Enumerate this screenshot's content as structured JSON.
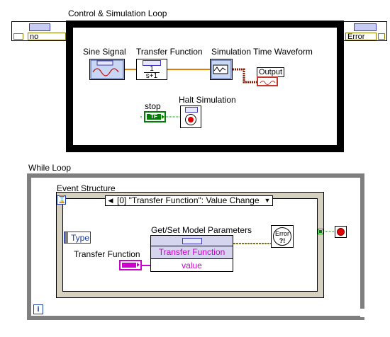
{
  "sim_loop": {
    "title": "Control & Simulation Loop",
    "left_tunnel_value": "no",
    "right_tunnel_value": "Error"
  },
  "nodes": {
    "sine_signal": "Sine Signal",
    "transfer_function": "Transfer Function",
    "tf_numerator": "1",
    "tf_denominator": "s+1",
    "sim_waveform": "Simulation Time Waveform",
    "output": "Output",
    "stop": "stop",
    "stop_tf": "TF",
    "halt_simulation": "Halt Simulation"
  },
  "while_loop": {
    "title": "While Loop",
    "iteration_label": "i"
  },
  "event_structure": {
    "title": "Event Structure",
    "case_selector": "[0] \"Transfer Function\": Value Change",
    "type_label": "Type",
    "tf_control_label": "Transfer Function",
    "model_params_title": "Get/Set Model Parameters",
    "model_row_label": "Transfer Function",
    "model_row_value": "value",
    "error_label": "Error",
    "error_q": "?!"
  },
  "colors": {
    "sim_frame": "#000000",
    "while_frame": "#7f7f7f",
    "event_frame": "#d6d0c0",
    "wire_orange": "#e07c00",
    "wire_green": "#008000",
    "wire_pink": "#cc00cc",
    "wire_error": "#8a7a00",
    "boolean_green": "#008000"
  }
}
